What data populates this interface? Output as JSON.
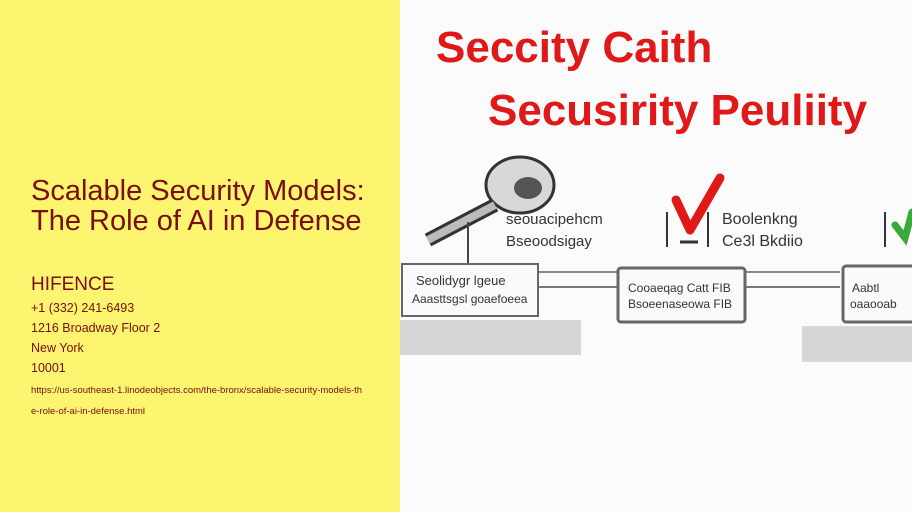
{
  "listing": {
    "title": "Scalable Security Models: The Role of AI in Defense",
    "company": "HIFENCE",
    "phone": "+1 (332) 241-6493",
    "address": "1216 Broadway Floor 2",
    "city": "New York",
    "zip": "10001",
    "url": "https://us-southeast-1.linodeobjects.com/the-bronx/scalable-security-models-the-role-of-ai-in-defense.html"
  },
  "illustration": {
    "heading_line1": "Seccity Caith",
    "heading_line2": "Secusirity Peuliity",
    "box1_label_line1": "Seolidygr lgeue",
    "box1_label_line2": "Aaasttsgsl goaefoeea",
    "node1_caption_line1": "seouacipehcm",
    "node1_caption_line2": "Bseoodsigay",
    "box2_label_line1": "Cooaeqag Catt FIB",
    "box2_label_line2": "Bsoeenaseowa FIB",
    "node2_caption_line1": "Boolenkng",
    "node2_caption_line2": "Ce3l Bkdiio",
    "box3_label_line1": "Aabtl",
    "box3_label_line2": "oaaooab",
    "accent_red": "#e01818",
    "accent_green": "#3aa93a"
  },
  "colors": {
    "panel_bg": "#fdf56f",
    "text_dark_red": "#7a0d0d"
  }
}
